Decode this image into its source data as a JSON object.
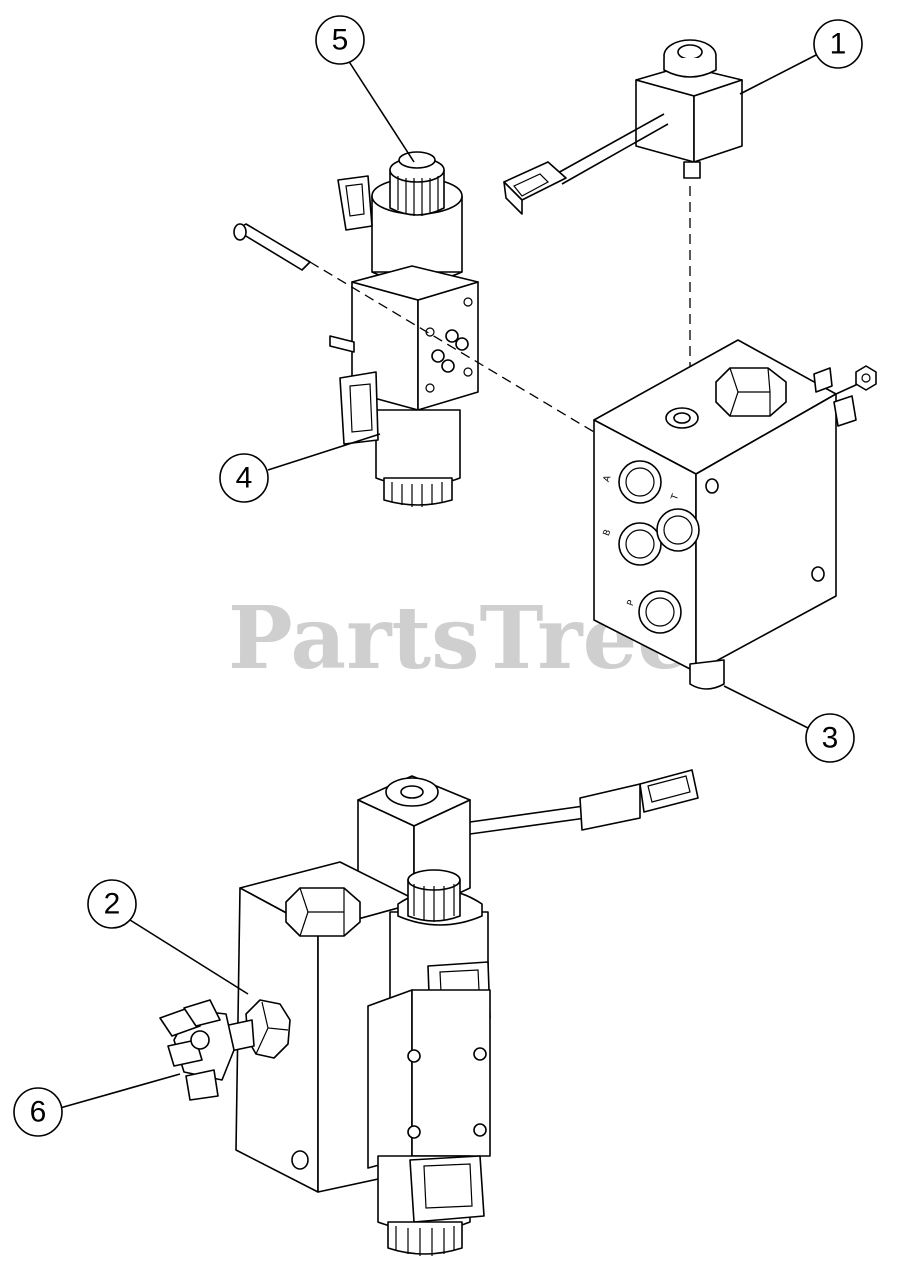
{
  "watermark": "PartsTree",
  "callouts": [
    {
      "label": "1"
    },
    {
      "label": "2"
    },
    {
      "label": "3"
    },
    {
      "label": "4"
    },
    {
      "label": "5"
    },
    {
      "label": "6"
    }
  ],
  "ports": {
    "a": "A",
    "b": "B",
    "t": "T",
    "p": "P"
  }
}
